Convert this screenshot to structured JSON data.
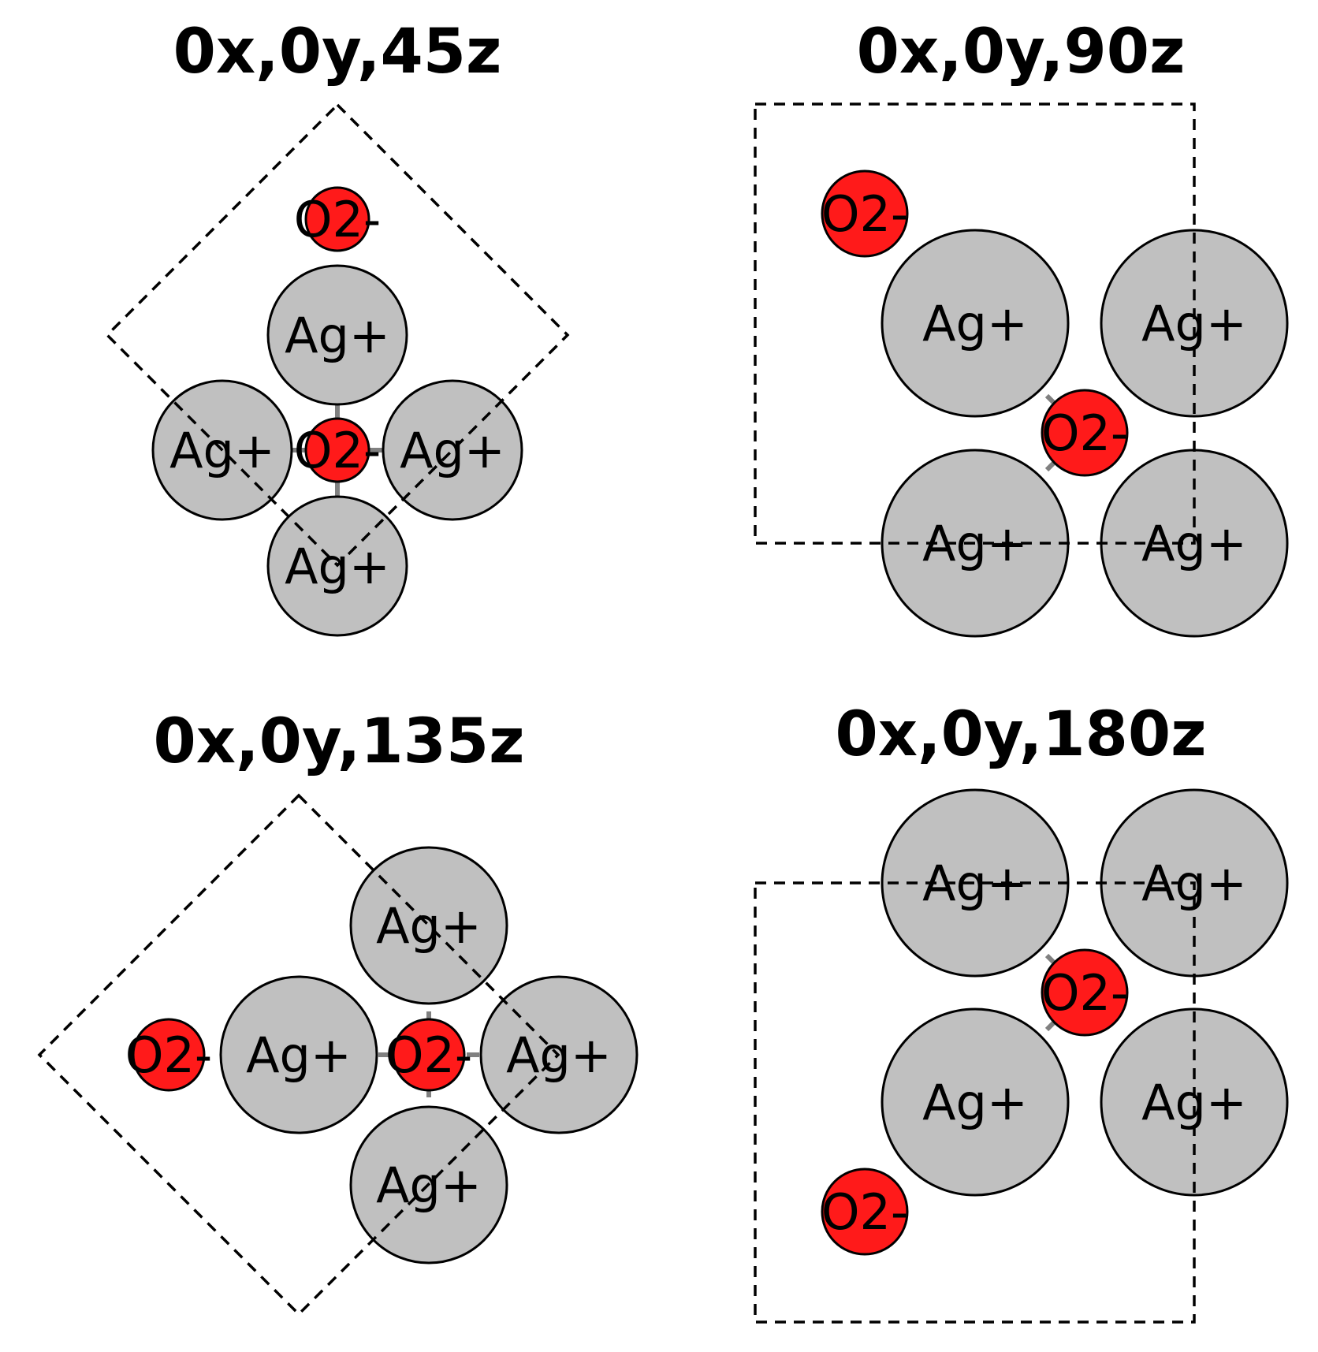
{
  "colors": {
    "cation": "#c0c0c0",
    "anion": "#ff1a1a",
    "bond": "#808080",
    "cell_edge": "#000000"
  },
  "panels": [
    {
      "title": "0x,0y,45z",
      "atoms": [
        {
          "label": "O2-",
          "kind": "anion"
        },
        {
          "label": "Ag+",
          "kind": "cation"
        },
        {
          "label": "Ag+",
          "kind": "cation"
        },
        {
          "label": "O2-",
          "kind": "anion"
        },
        {
          "label": "Ag+",
          "kind": "cation"
        },
        {
          "label": "Ag+",
          "kind": "cation"
        }
      ]
    },
    {
      "title": "0x,0y,90z",
      "atoms": [
        {
          "label": "O2-",
          "kind": "anion"
        },
        {
          "label": "Ag+",
          "kind": "cation"
        },
        {
          "label": "Ag+",
          "kind": "cation"
        },
        {
          "label": "O2-",
          "kind": "anion"
        },
        {
          "label": "Ag+",
          "kind": "cation"
        },
        {
          "label": "Ag+",
          "kind": "cation"
        }
      ]
    },
    {
      "title": "0x,0y,135z",
      "atoms": [
        {
          "label": "Ag+",
          "kind": "cation"
        },
        {
          "label": "O2-",
          "kind": "anion"
        },
        {
          "label": "Ag+",
          "kind": "cation"
        },
        {
          "label": "O2-",
          "kind": "anion"
        },
        {
          "label": "Ag+",
          "kind": "cation"
        },
        {
          "label": "Ag+",
          "kind": "cation"
        }
      ]
    },
    {
      "title": "0x,0y,180z",
      "atoms": [
        {
          "label": "Ag+",
          "kind": "cation"
        },
        {
          "label": "Ag+",
          "kind": "cation"
        },
        {
          "label": "O2-",
          "kind": "anion"
        },
        {
          "label": "Ag+",
          "kind": "cation"
        },
        {
          "label": "Ag+",
          "kind": "cation"
        },
        {
          "label": "O2-",
          "kind": "anion"
        }
      ]
    }
  ]
}
